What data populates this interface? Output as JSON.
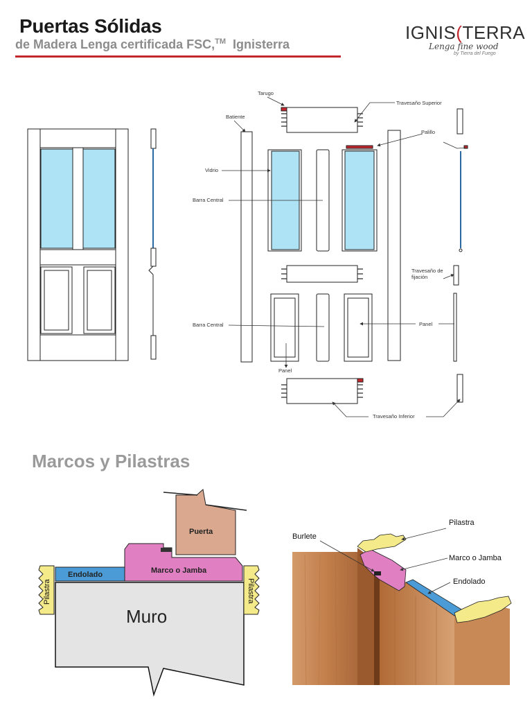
{
  "header": {
    "title": "Puertas Sólidas",
    "subtitle": "de Madera Lenga certificada FSC,",
    "subtitle_tm": "TM",
    "subtitle_brand": "Ignisterra",
    "logo_part1": "IGNIS",
    "logo_part2": "TERRA",
    "logo_tagline": "Lenga fine wood",
    "logo_sub": "by Tierra del Fuego"
  },
  "exploded_labels": {
    "tarugo": "Tarugo",
    "travesano_superior": "Travesaño Superior",
    "batiente": "Batiente",
    "palillo": "Palillo",
    "vidrio": "Vidrio",
    "barra_central_1": "Barra Central",
    "travesano_fijacion_1": "Travesaño de",
    "travesano_fijacion_2": "fijación",
    "barra_central_2": "Barra Central",
    "panel_right": "Panel",
    "panel_bottom": "Panel",
    "travesano_inferior": "Travesaño Inferior"
  },
  "section2": {
    "title": "Marcos y Pilastras"
  },
  "frame_diagram": {
    "puerta": "Puerta",
    "endolado": "Endolado",
    "marco": "Marco o Jamba",
    "pilastra_left": "Pilastra",
    "pilastra_right": "Pilastra",
    "muro": "Muro"
  },
  "perspective_diagram": {
    "pilastra": "Pilastra",
    "burlete": "Burlete",
    "marco": "Marco o Jamba",
    "endolado": "Endolado"
  },
  "colors": {
    "accent_red": "#c1272d",
    "glass": "#aee3f5",
    "marco_pink": "#e07fc2",
    "endolado_blue": "#4a9bd6",
    "pilastra_yellow": "#f4ea8a",
    "puerta_tan": "#d9a88e",
    "muro_gray": "#e4e4e4",
    "wood": "#c98452"
  }
}
